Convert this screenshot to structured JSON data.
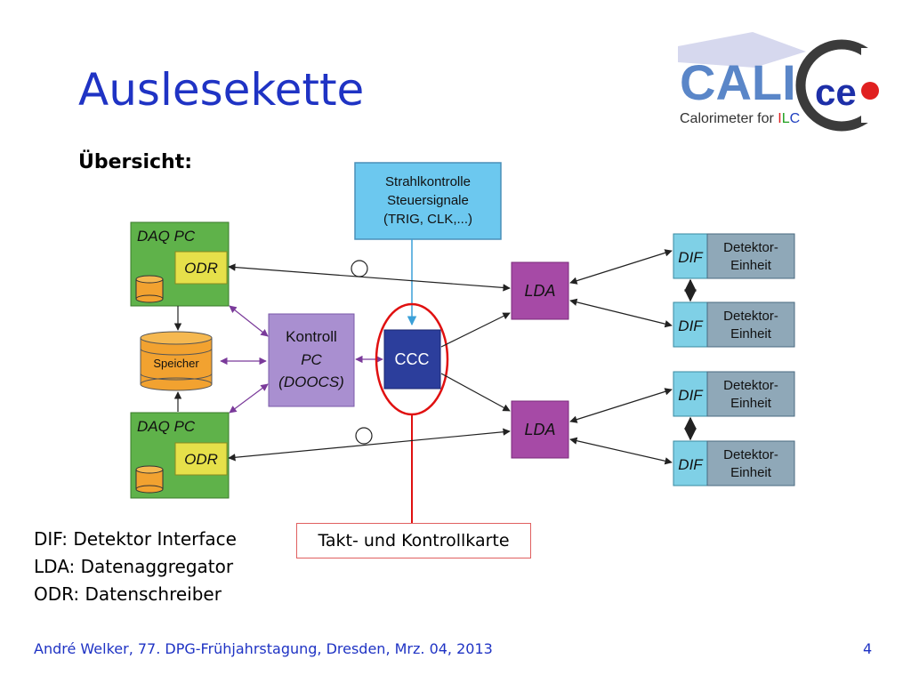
{
  "slide": {
    "title": "Auslesekette",
    "subtitle": "Übersicht:",
    "footer": "André Welker, 77. DPG-Frühjahrstagung, Dresden, Mrz. 04, 2013",
    "page_number": "4"
  },
  "logo": {
    "letters_left": "CALI",
    "letters_right": "ce",
    "caption_prefix": "Calorimeter for ",
    "caption_i": "I",
    "caption_l": "L",
    "caption_c": "C"
  },
  "diagram": {
    "strahl": {
      "line1": "Strahlkontrolle",
      "line2": "Steuersignale",
      "line3": "(TRIG, CLK,...)"
    },
    "daq_top": {
      "label": "DAQ PC",
      "odr": "ODR"
    },
    "daq_bottom": {
      "label": "DAQ PC",
      "odr": "ODR"
    },
    "speicher": "Speicher",
    "kontroll": {
      "line1": "Kontroll",
      "line2": "PC",
      "line3": "(DOOCS)"
    },
    "ccc": "CCC",
    "lda_top": "LDA",
    "lda_bottom": "LDA",
    "dif_label": "DIF",
    "detector_line1": "Detektor-",
    "detector_line2": "Einheit"
  },
  "callout": "Takt- und Kontrollkarte",
  "legend": [
    "DIF: Detektor Interface",
    "LDA: Datenaggregator",
    "ODR: Datenschreiber"
  ],
  "colors": {
    "title_blue": "#1f33c4",
    "daq_green": "#5fb24a",
    "odr_yellow": "#e6e04a",
    "storage_orange": "#f2a230",
    "kontroll_lavender": "#a98fd0",
    "ccc_blue": "#2c3e9c",
    "lda_magenta": "#a64aa6",
    "dif_cyan": "#7fd0e6",
    "detector_gray": "#8fa8b8",
    "strahl_cyan": "#6cc8ef",
    "highlight_red": "#e01010"
  }
}
